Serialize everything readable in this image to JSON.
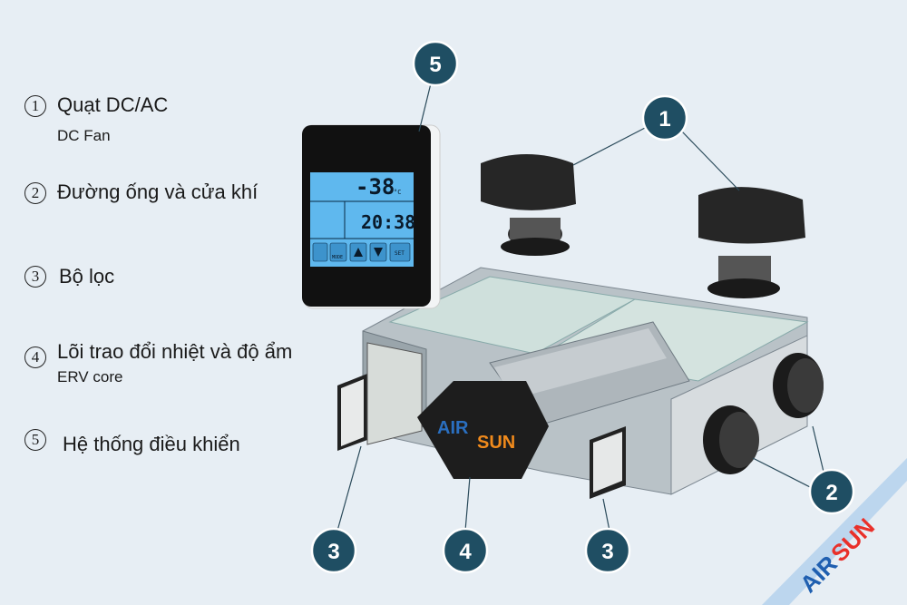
{
  "legend": [
    {
      "number": "1",
      "label": "Quạt DC/AC",
      "sublabel": "DC Fan"
    },
    {
      "number": "2",
      "label": "Đường ống và cửa khí",
      "sublabel": ""
    },
    {
      "number": "3",
      "label": "Bộ lọc",
      "sublabel": ""
    },
    {
      "number": "4",
      "label": "Lõi trao đổi nhiệt và độ ẩm",
      "sublabel": "ERV core"
    },
    {
      "number": "5",
      "label": "Hệ thống điều khiển",
      "sublabel": ""
    }
  ],
  "callouts": [
    "5",
    "1",
    "2",
    "3",
    "4",
    "3"
  ],
  "controller": {
    "temperature": "-38",
    "temp_unit": "°C",
    "time": "20:38",
    "buttons": [
      "MODE",
      "SET"
    ]
  },
  "core_logo": {
    "part1": "AIR",
    "part2": "SUN"
  },
  "watermark": {
    "part1": "AIR",
    "part2": "SUN"
  },
  "colors": {
    "background": "#e7eef4",
    "badge": "#1f4e63",
    "lcd": "#5fb8ee",
    "brand_blue": "#2a6fc0",
    "brand_orange": "#f08a1c"
  }
}
